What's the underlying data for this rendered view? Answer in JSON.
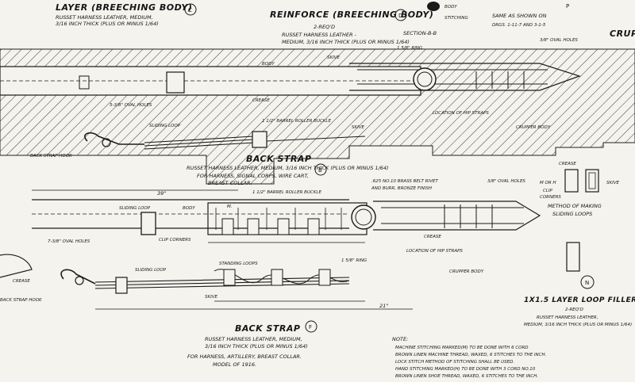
{
  "top": {
    "layer_title": "LAYER (BREECHING BODY)",
    "layer_mark": "C",
    "layer_spec_1": "RUSSET HARNESS LEATHER, MEDIUM,",
    "layer_spec_2": "3/16 INCH THICK (PLUS OR MINUS 1/64)",
    "reinforce_title": "REINFORCE (BREECHING BODY)",
    "reinforce_mark": "D",
    "reinforce_req": "2-REQ'D",
    "reinforce_spec_1": "RUSSET HARNESS LEATHER -",
    "reinforce_spec_2": "MEDIUM, 3/16 INCH THICK (PLUS OR MINUS 1/64)",
    "section_label": "SECTION-B-B",
    "body_stitching": "BODY",
    "body_stitching_2": "STITCHING",
    "same_as_shown": "SAME AS SHOWN ON",
    "drgs": "DRGS. 1-11-7 AND 3-1-5",
    "crupper_partial": "CRUP",
    "skive_top": "SKIVE",
    "p_mark": "P"
  },
  "upper_strap": {
    "body": "BODY",
    "crease": "CREASE",
    "oval_holes": "5-3/8\" OVAL HOLES",
    "ring": "1 5/8\" RING",
    "oval_holes_right": "3/8\" OVAL HOLES",
    "location_hip_straps": "LOCATION OF HIP STRAPS",
    "crupper_body": "CRUPPER BODY",
    "sliding_loop": "SLIDING LOOP",
    "barrel_buckle": "1 1/2\" BARREL ROLLER BUCKLE",
    "skive": "SKIVE",
    "back_strap_hook": "BACK STRAP HOOK",
    "back_strap_title": "BACK STRAP",
    "back_strap_mark": "B",
    "bs_spec_1": "RUSSET HARNESS LEATHER, MEDIUM, 3/16 INCH THICK (PLUS OR MINUS 1/64)",
    "bs_spec_2": "FOR HARNESS, SIGNAL CORPS, WIRE CART,",
    "bs_spec_3": "BREAST COLLAR."
  },
  "lower_strap": {
    "len_39": "39\"",
    "barrel_buckle": "1 1/2\" BARREL ROLLER BUCKLE",
    "rivet_note_1": ".625 NO.10 BRASS BELT RIVET",
    "rivet_note_2": "AND BURR, BRONZE FINISH",
    "oval_holes_right": "3/8\" OVAL HOLES",
    "sliding_loop": "SLIDING LOOP",
    "body": "BODY",
    "clip_corners": "CLIP CORNERS",
    "oval_holes_left": "7-3/8\" OVAL HOLES",
    "crease": "CREASE",
    "ring": "1 5/8\" RING",
    "location_hip_straps": "LOCATION OF HIP STRAPS",
    "standing_loops": "STANDING LOOPS",
    "crupper_body": "CRUPPER BODY",
    "skive": "SKIVE",
    "back_strap_hook": "BACK STRAP HOOK",
    "crease_left": "CREASE",
    "sliding_loop_2": "SLIDING LOOP",
    "m_marks": "M.",
    "len_21": "21\""
  },
  "right_panel": {
    "crease": "CREASE",
    "m_or_h": "M OR H",
    "clip_corners_1": "CLIP",
    "clip_corners_2": "CORNERS",
    "skive": "SKIVE",
    "method_1": "METHOD OF MAKING",
    "method_2": "SLIDING LOOPS",
    "n_mark": "N",
    "filler_title": "1X1.5 LAYER LOOP FILLER PIECE",
    "filler_req": "2-REQ'D",
    "filler_spec_1": "RUSSET HARNESS LEATHER,",
    "filler_spec_2": "MEDIUM, 3/16 INCH THICK (PLUS OR MINUS 1/64)"
  },
  "bottom": {
    "back_strap_title": "BACK STRAP",
    "back_strap_mark": "F",
    "spec_1": "RUSSET HARNESS LEATHER, MEDIUM,",
    "spec_2": "3/16 INCH THICK (PLUS OR MINUS 1/64)",
    "purpose_1": "FOR HARNESS, ARTILLERY, BREAST COLLAR.",
    "purpose_2": "MODEL OF 1916.",
    "note_title": "NOTE:",
    "note_1": "MACHINE STITCHING MARKED(M) TO BE DONE WITH 6 CORD",
    "note_2": "BROWN LINEN MACHINE THREAD, WAXED, 6 STITCHES TO THE INCH.",
    "note_3": "LOCK STITCH METHOD OF STITCHING SHALL BE USED.",
    "note_4": "HAND STITCHING MARKED(H) TO BE DONE WITH 3 CORD NO.10",
    "note_5": "BROWN LINEN SHOE THREAD, WAXED, 6 STITCHES TO THE INCH."
  },
  "colors": {
    "paper": "#f4f3ee",
    "ink": "#1a1a1a"
  }
}
